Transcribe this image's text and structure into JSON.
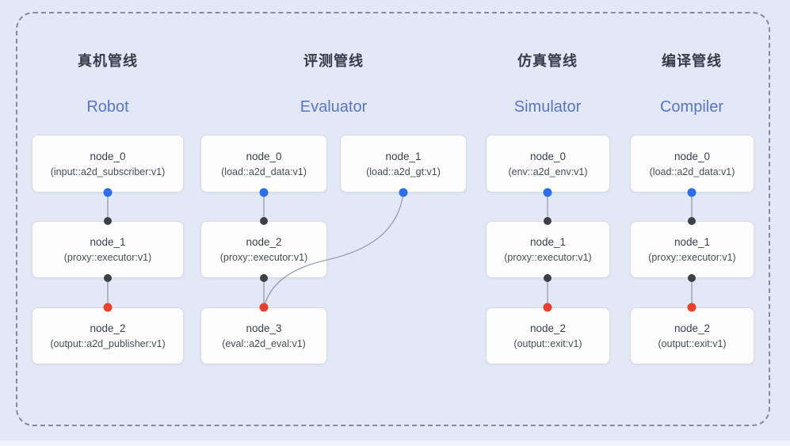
{
  "colors": {
    "background": "#e2e8f6",
    "frame_dash": "#868c96",
    "edge": "#9ba2ac",
    "port_blue": "#2e6de8",
    "port_black": "#3c4148",
    "port_red": "#e8402c",
    "en_title_blue": "#5a74c8"
  },
  "pipelines": [
    {
      "zh_title": "真机管线",
      "en_title": "Robot",
      "nodes": [
        {
          "name": "node_0",
          "type": "(input::a2d_subscriber:v1)"
        },
        {
          "name": "node_1",
          "type": "(proxy::executor:v1)"
        },
        {
          "name": "node_2",
          "type": "(output::a2d_publisher:v1)"
        }
      ]
    },
    {
      "zh_title": "评测管线",
      "en_title": "Evaluator",
      "nodes": [
        {
          "name": "node_0",
          "type": "(load::a2d_data:v1)"
        },
        {
          "name": "node_1",
          "type": "(load::a2d_gt:v1)"
        },
        {
          "name": "node_2",
          "type": "(proxy::executor:v1)"
        },
        {
          "name": "node_3",
          "type": "(eval::a2d_eval:v1)"
        }
      ]
    },
    {
      "zh_title": "仿真管线",
      "en_title": "Simulator",
      "nodes": [
        {
          "name": "node_0",
          "type": "(env::a2d_env:v1)"
        },
        {
          "name": "node_1",
          "type": "(proxy::executor:v1)"
        },
        {
          "name": "node_2",
          "type": "(output::exit:v1)"
        }
      ]
    },
    {
      "zh_title": "编译管线",
      "en_title": "Compiler",
      "nodes": [
        {
          "name": "node_0",
          "type": "(load::a2d_data:v1)"
        },
        {
          "name": "node_1",
          "type": "(proxy::executor:v1)"
        },
        {
          "name": "node_2",
          "type": "(output::exit:v1)"
        }
      ]
    }
  ]
}
